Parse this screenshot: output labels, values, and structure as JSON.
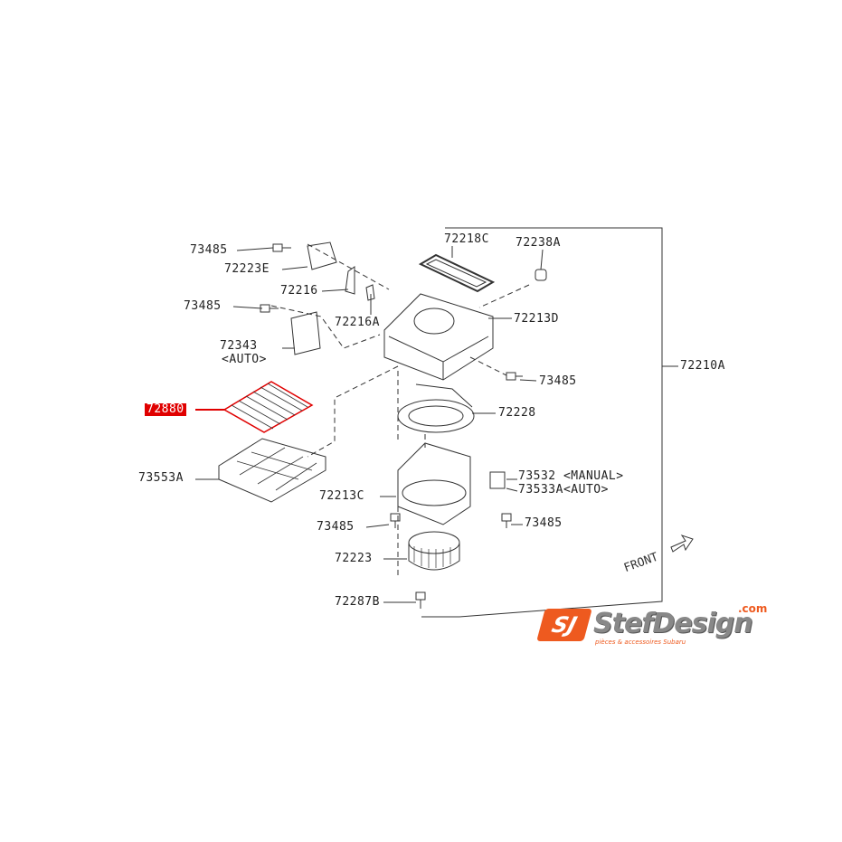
{
  "diagram": {
    "highlight_color": "#e00000",
    "labels": {
      "p73485_a": "73485",
      "p72223E": "72223E",
      "p72216": "72216",
      "p73485_b": "73485",
      "p72216A": "72216A",
      "p72343": "72343",
      "p72343_note": "<AUTO>",
      "p72218C": "72218C",
      "p72238A": "72238A",
      "p72213D": "72213D",
      "p73485_c": "73485",
      "p72210A": "72210A",
      "p72880": "72880",
      "p72228": "72228",
      "p73553A": "73553A",
      "p73532": "73532 <MANUAL>",
      "p73533A": "73533A<AUTO>",
      "p72213C": "72213C",
      "p73485_d": "73485",
      "p73485_e": "73485",
      "p72223": "72223",
      "p72287B": "72287B"
    },
    "front_label": "FRONT"
  },
  "logo": {
    "mark": "SJ",
    "name": "StefDesign",
    "domain": ".com",
    "tagline": "pièces & accessoires Subaru",
    "color": "#ee5a1f"
  }
}
